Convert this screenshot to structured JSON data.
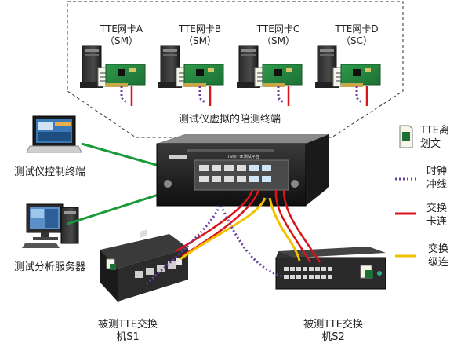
{
  "cards": [
    {
      "name": "TTE网卡A",
      "mode": "（SM）"
    },
    {
      "name": "TTE网卡B",
      "mode": "（SM）"
    },
    {
      "name": "TTE网卡C",
      "mode": "（SM）"
    },
    {
      "name": "TTE网卡D",
      "mode": "（SC）"
    }
  ],
  "virtual_terminal_label": "测试仪虚拟的陪测终端",
  "control_terminal_label": "测试仪控制终端",
  "analysis_server_label": "测试分析服务器",
  "switch_s1_label": [
    "被测TTE交换",
    "机S1"
  ],
  "switch_s2_label": [
    "被测TTE交换",
    "机S2"
  ],
  "tester_panel_text": "TSN/TTE测试平台",
  "legend": [
    {
      "text": [
        "TTE离",
        "划文"
      ]
    },
    {
      "text": [
        "时钟",
        "冲线"
      ],
      "color": "#6a3fa0"
    },
    {
      "text": [
        "交换",
        "卡连"
      ],
      "color": "#d9141b"
    },
    {
      "text": [
        "交换",
        "级连"
      ],
      "color": "#f2c200"
    }
  ],
  "colors": {
    "clock_line": "#6a3fa0",
    "card_link": "#d9141b",
    "cascade_link": "#f2c200",
    "control_link": "#1a9a3a"
  }
}
